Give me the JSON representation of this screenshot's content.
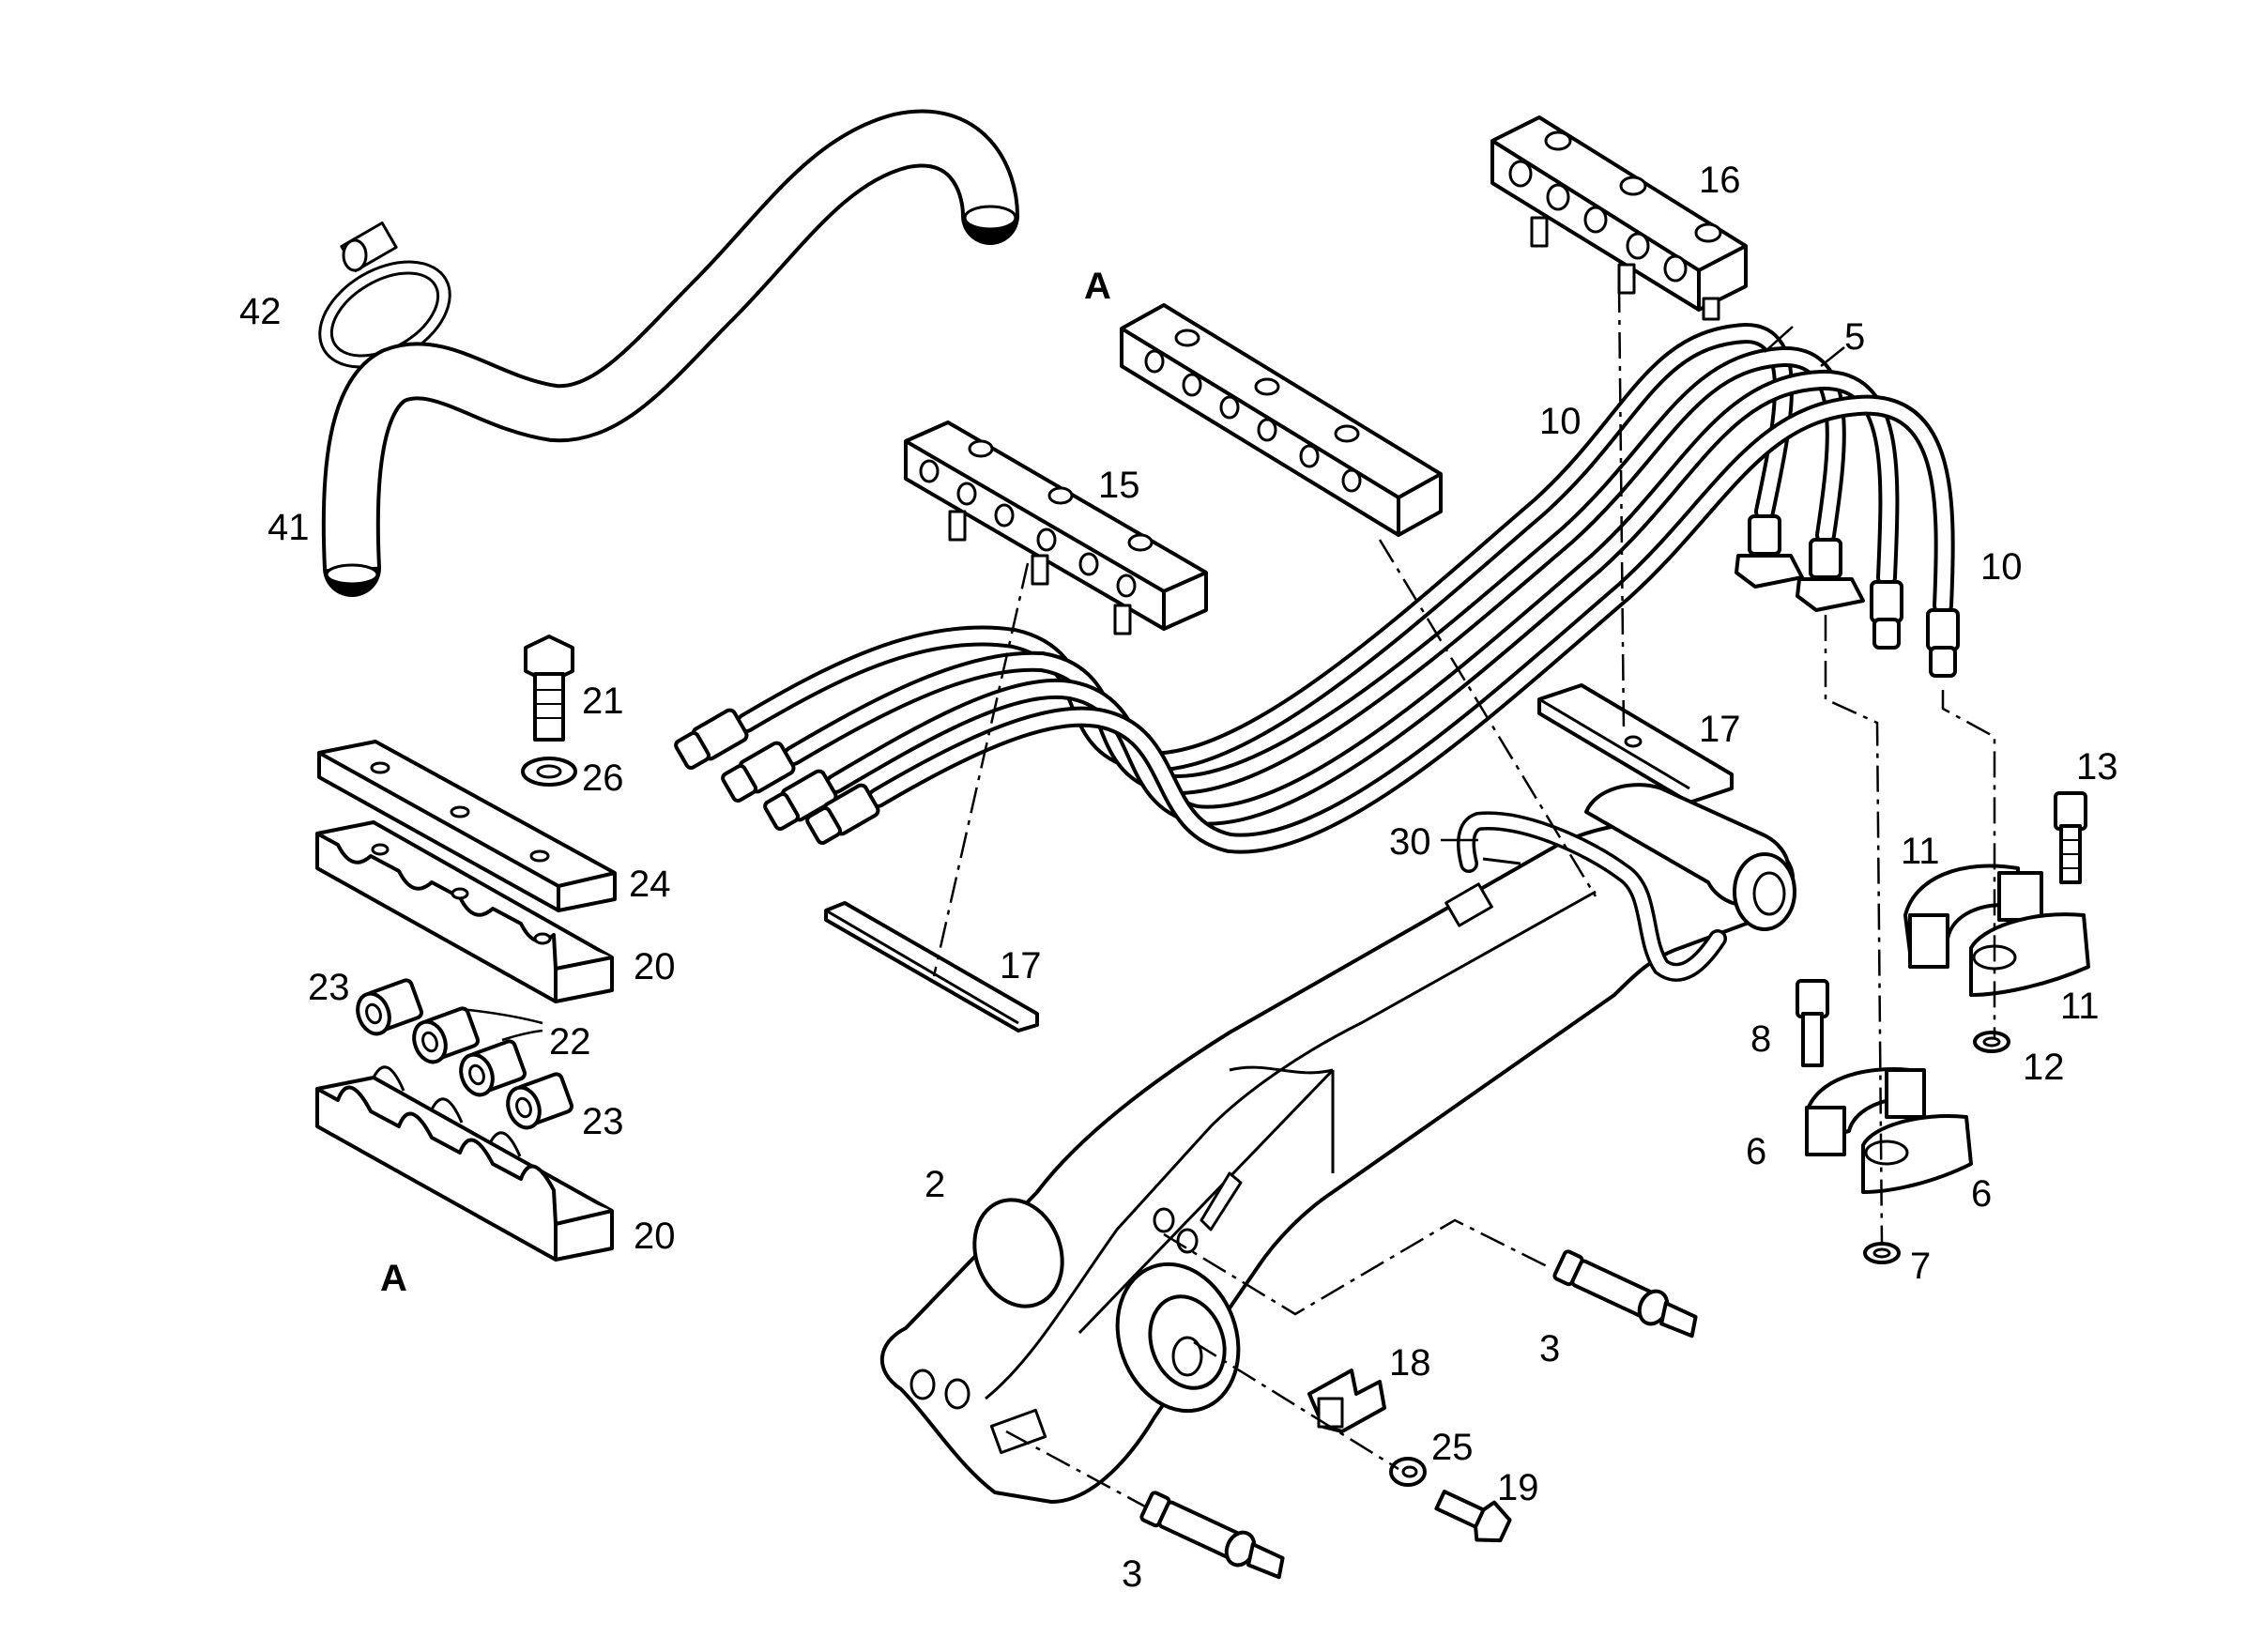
{
  "labels": {
    "p42": "42",
    "p41": "41",
    "p21": "21",
    "p26": "26",
    "p24": "24",
    "p20a": "20",
    "p20b": "20",
    "p23a": "23",
    "p22": "22",
    "p23b": "23",
    "a_left": "A",
    "a_top": "A",
    "p15": "15",
    "p16": "16",
    "p10a": "10",
    "p10b": "10",
    "p5": "5",
    "p17a": "17",
    "p17b": "17",
    "p30": "30",
    "p13": "13",
    "p11a": "11",
    "p11b": "11",
    "p12": "12",
    "p8": "8",
    "p6a": "6",
    "p6b": "6",
    "p7": "7",
    "p2": "2",
    "p3a": "3",
    "p3b": "3",
    "p18": "18",
    "p25": "25",
    "p19": "19"
  }
}
